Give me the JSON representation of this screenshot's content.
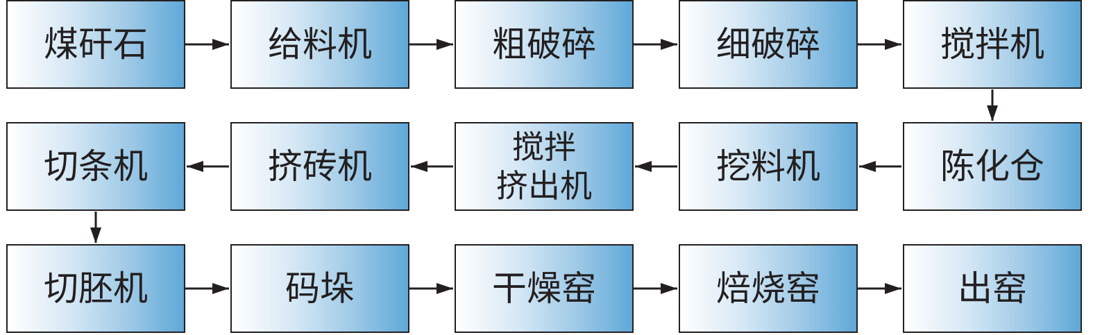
{
  "diagram": {
    "nodes": [
      {
        "id": "n1",
        "label": "煤矸石"
      },
      {
        "id": "n2",
        "label": "给料机"
      },
      {
        "id": "n3",
        "label": "粗破碎"
      },
      {
        "id": "n4",
        "label": "细破碎"
      },
      {
        "id": "n5",
        "label": "搅拌机"
      },
      {
        "id": "n6",
        "label": "陈化仓"
      },
      {
        "id": "n7",
        "label": "挖料机"
      },
      {
        "id": "n8",
        "label": "搅拌\n挤出机"
      },
      {
        "id": "n9",
        "label": "挤砖机"
      },
      {
        "id": "n10",
        "label": "切条机"
      },
      {
        "id": "n11",
        "label": "切胚机"
      },
      {
        "id": "n12",
        "label": "码垛"
      },
      {
        "id": "n13",
        "label": "干燥窑"
      },
      {
        "id": "n14",
        "label": "焙烧窑"
      },
      {
        "id": "n15",
        "label": "出窑"
      }
    ],
    "edges": [
      {
        "from": "n1",
        "to": "n2"
      },
      {
        "from": "n2",
        "to": "n3"
      },
      {
        "from": "n3",
        "to": "n4"
      },
      {
        "from": "n4",
        "to": "n5"
      },
      {
        "from": "n5",
        "to": "n6"
      },
      {
        "from": "n6",
        "to": "n7"
      },
      {
        "from": "n7",
        "to": "n8"
      },
      {
        "from": "n8",
        "to": "n9"
      },
      {
        "from": "n9",
        "to": "n10"
      },
      {
        "from": "n10",
        "to": "n11"
      },
      {
        "from": "n11",
        "to": "n12"
      },
      {
        "from": "n12",
        "to": "n13"
      },
      {
        "from": "n13",
        "to": "n14"
      },
      {
        "from": "n14",
        "to": "n15"
      }
    ],
    "colors": {
      "border": "#231f20",
      "text": "#231f20",
      "gradient_start": "#ffffff",
      "gradient_end": "#5fa8d8",
      "arrow": "#231f20"
    }
  }
}
